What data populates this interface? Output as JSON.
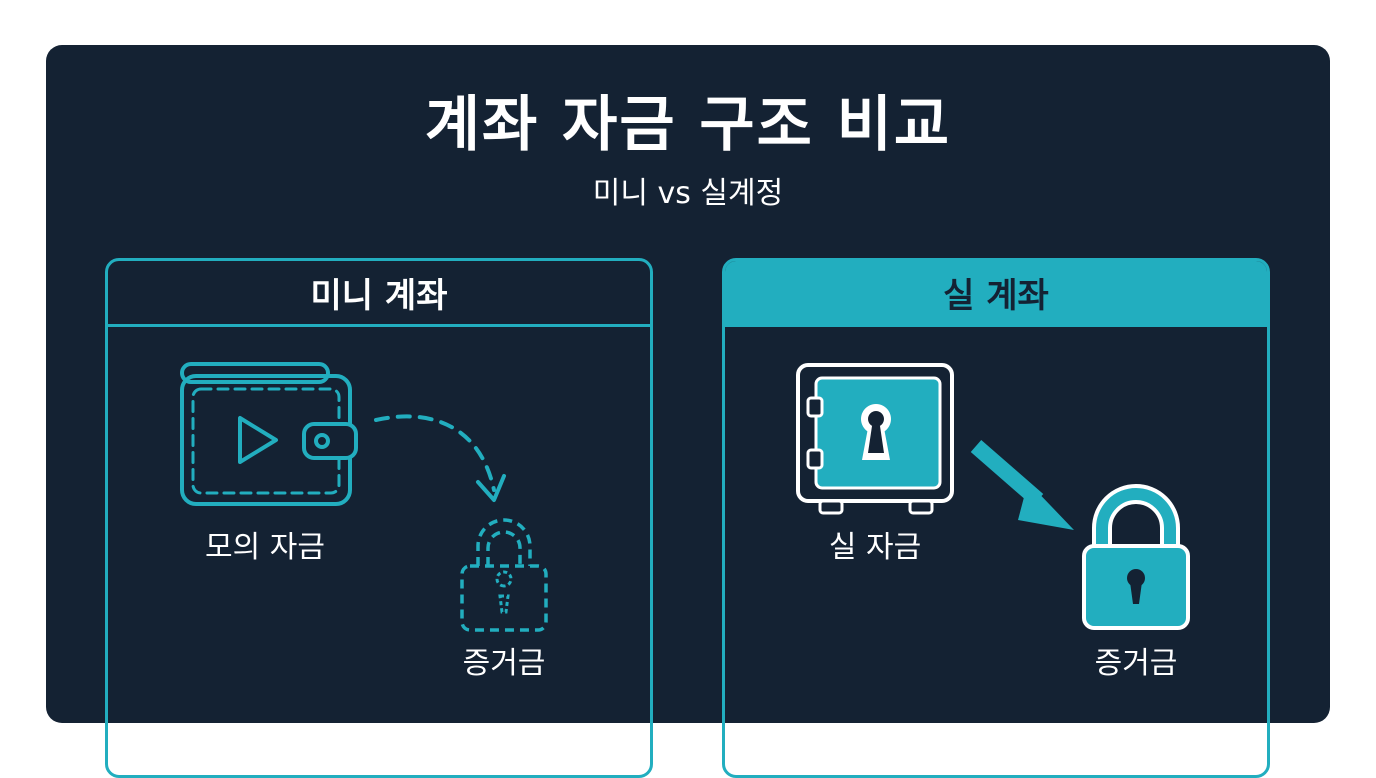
{
  "title": "계좌 자금 구조 비교",
  "subtitle": "미니 vs 실계정",
  "colors": {
    "background": "#142233",
    "accent": "#22aebf",
    "text": "#ffffff"
  },
  "mini": {
    "header": "미니 계좌",
    "funds_label": "모의 자금",
    "margin_label": "증거금",
    "funds_icon": "wallet-play-icon",
    "margin_icon": "dashed-lock-icon"
  },
  "real": {
    "header": "실 계좌",
    "funds_label": "실 자금",
    "margin_label": "증거금",
    "funds_icon": "safe-icon",
    "margin_icon": "lock-icon"
  }
}
